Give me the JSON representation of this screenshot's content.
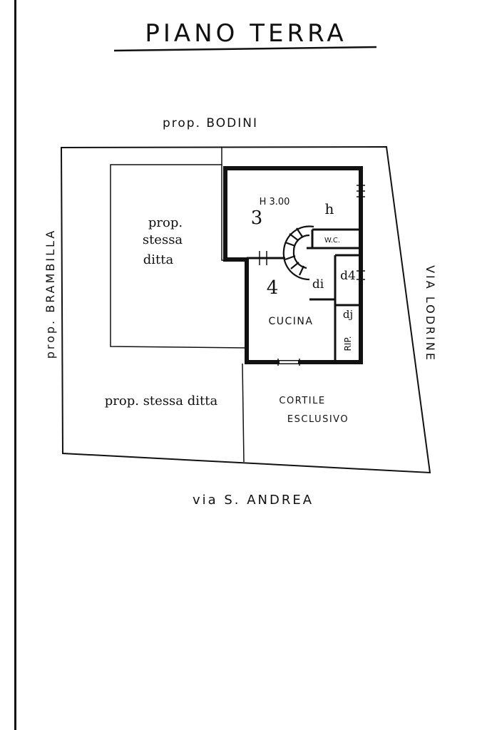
{
  "title": "PIANO TERRA",
  "neighbors": {
    "north": "prop. BODINI",
    "west": "prop. BRAMBILLA",
    "east": "VIA LODRINE",
    "south": "via S. ANDREA"
  },
  "areas": {
    "same_owner_top_l1": "prop.",
    "same_owner_top_l2": "stessa",
    "same_owner_top_l3": "ditta",
    "same_owner_bottom": "prop. stessa ditta",
    "courtyard_l1": "CORTILE",
    "courtyard_l2": "ESCLUSIVO"
  },
  "rooms": {
    "room3_height": "H 3.00",
    "room3_number": "3",
    "room3_mark": "h",
    "wc": "W.C.",
    "di_left": "di",
    "d4": "d4",
    "room4_number": "4",
    "kitchen": "CUCINA",
    "dj": "dj",
    "storage": "RIP."
  }
}
